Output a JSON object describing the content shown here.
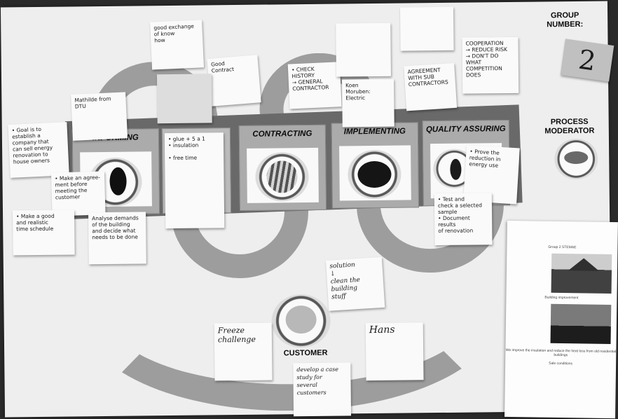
{
  "board": {
    "group_label": "GROUP\nNUMBER:",
    "group_number": "2",
    "moderator_label": "PROCESS\nMODERATOR",
    "customer_label": "CUSTOMER"
  },
  "phases": [
    {
      "title": "INFORMING",
      "icon": "eagle-icon"
    },
    {
      "title": "",
      "icon": ""
    },
    {
      "title": "CONTRACTING",
      "icon": "tiger-icon"
    },
    {
      "title": "IMPLEMENTING",
      "icon": "bear-icon"
    },
    {
      "title": "QUALITY\nASSURING",
      "icon": "eagle-icon"
    }
  ],
  "notes": {
    "goal": "• Goal is to\nestablish a\ncompany that\ncan sell energy\nrenovation to\nhouse owners",
    "agreement": "• Make an agree-\nment before\nmeeting the\ncustomer",
    "make_good": "• Make a good\nand realistic\ntime schedule",
    "analyse": "Analyse demands\nof the building\nand decide what\nneeds to be done",
    "mathilde": "Mathilde from\nDTU",
    "top_left": "good exchange\nof know\nhow",
    "good_contract": "Good\nContract",
    "blank_mid": "",
    "check": "• CHECK HISTORY\n→ GENERAL\nCONTRACTOR",
    "koen": "Koen\nMoruben:\nElectric",
    "top_right": "",
    "agreement2": "AGREEMENT\nWITH SUB\nCONTRACTORS",
    "far_right": "COOPERATION\n→ REDUCE RISK\n→ DON'T DO\nWHAT\nCOMPETITION\nDOES",
    "prove": "• Prove the\nreduction in\nenergy use",
    "test": "• Test and\ncheck a selected\nsample\n• Document results\nof renovation",
    "solution": "solution\n↓\nclean the building\nstuff",
    "freeze": "Freeze\nchallenge",
    "hans": "Hans",
    "develop": "develop a case\nstudy for\nseveral\ncustomers",
    "glue": "• glue + 5 a 1\n• insulation\n\n• free time"
  },
  "handout": {
    "title": "Group 2 STEMAE",
    "caption1": "Building improvement",
    "caption2": "We improve the insulation and reduce the\nheat loss from old residential buildings",
    "caption3": "Sale conditions"
  }
}
